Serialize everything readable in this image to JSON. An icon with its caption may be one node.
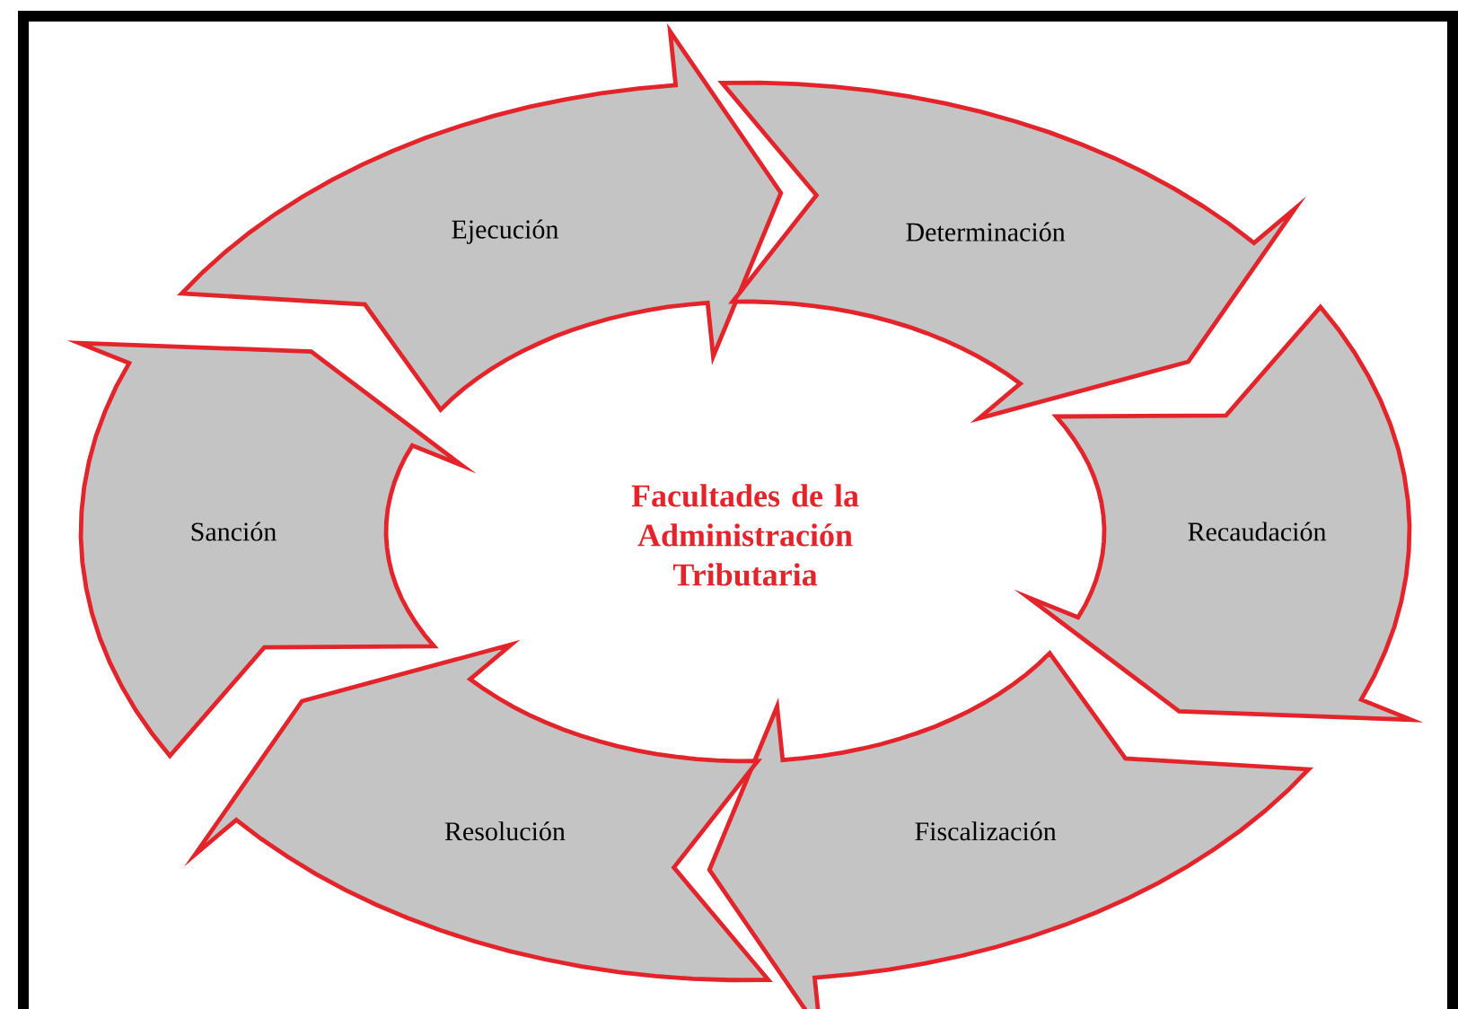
{
  "diagram": {
    "nodes": [
      {
        "text": [
          "Ejecución"
        ]
      },
      {
        "text": [
          "Determinación"
        ]
      },
      {
        "text": [
          "Recaudación"
        ]
      },
      {
        "text": [
          "Fiscalización"
        ]
      },
      {
        "text": [
          "Resolución"
        ]
      },
      {
        "text": [
          "Sanción"
        ]
      }
    ],
    "labels": [
      "Facultades de la Administración Tributaria"
    ]
  }
}
